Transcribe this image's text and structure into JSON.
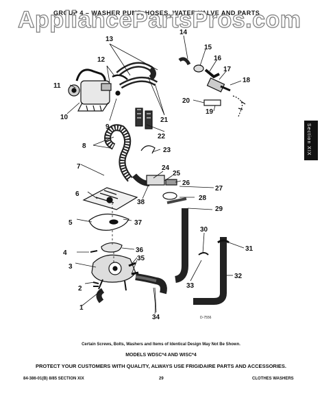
{
  "header": {
    "title": "GROUP 4 – WASHER PUMP, HOSES, WATER VALVE AND PARTS"
  },
  "watermark": "AppliancePartsPros.com",
  "side_tab": "Section XIX",
  "callouts": [
    "1",
    "2",
    "3",
    "4",
    "5",
    "6",
    "7",
    "8",
    "9",
    "10",
    "11",
    "12",
    "13",
    "14",
    "15",
    "16",
    "17",
    "18",
    "19",
    "20",
    "21",
    "22",
    "23",
    "24",
    "25",
    "26",
    "27",
    "28",
    "29",
    "30",
    "31",
    "32",
    "33",
    "34",
    "35",
    "36",
    "37",
    "38"
  ],
  "drawing_code": "D-7556",
  "captions": {
    "note": "Certain Screws, Bolts, Washers and Items of Identical Design May Not Be Shown.",
    "models": "MODELS WDSC*4 AND WISC*4",
    "slogan": "PROTECT YOUR CUSTOMERS WITH QUALITY, ALWAYS USE FRIGIDAIRE PARTS AND ACCESSORIES."
  },
  "footer": {
    "left": "84-386-01(B) 8/85 SECTION XIX",
    "center": "29",
    "right": "CLOTHES WASHERS"
  }
}
